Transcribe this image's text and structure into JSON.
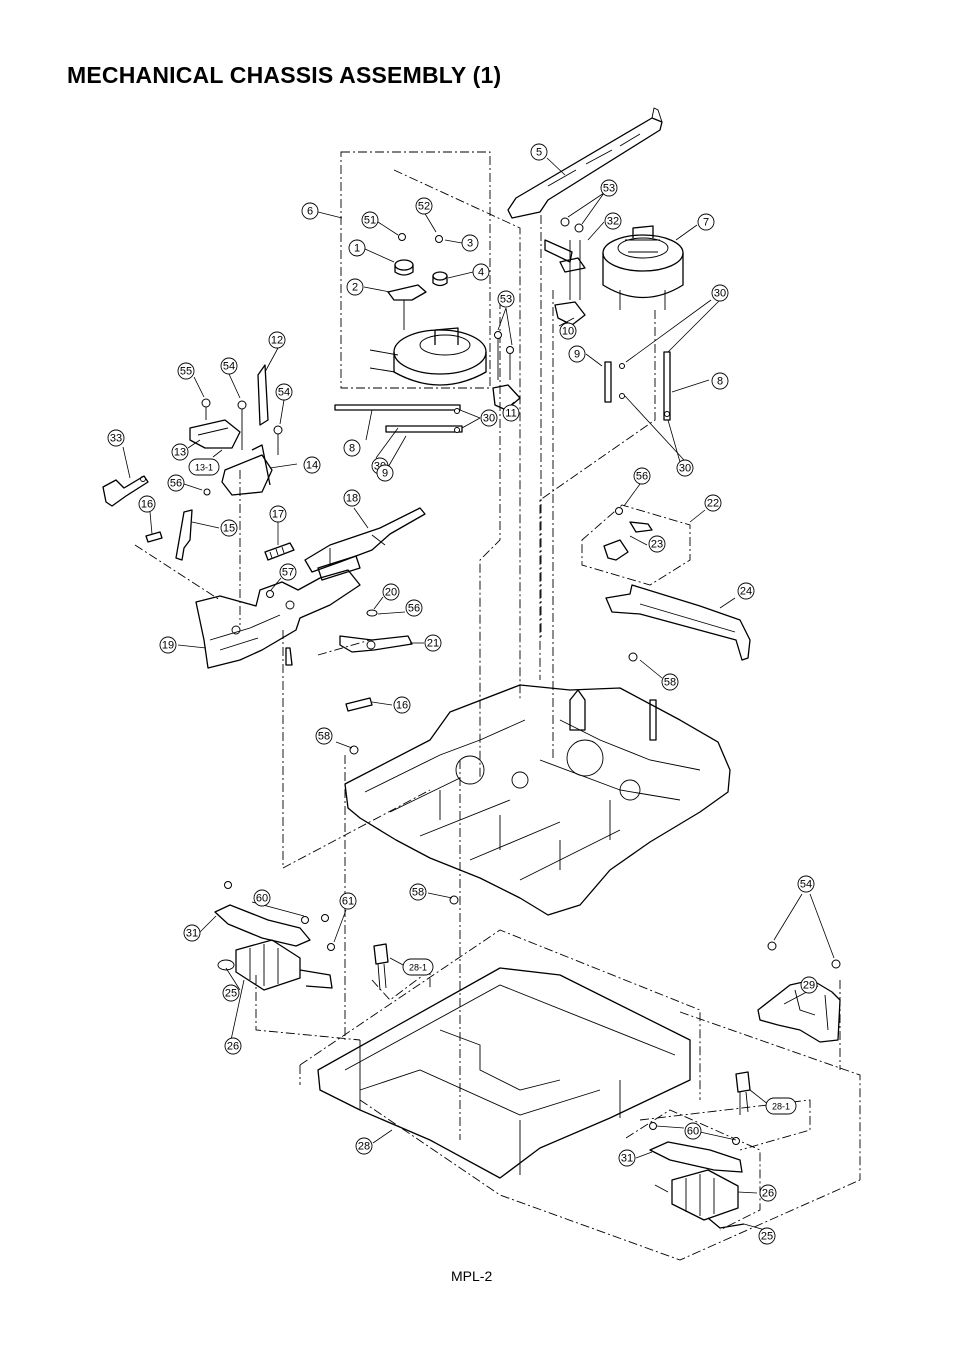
{
  "header": {
    "title": "MECHANICAL CHASSIS ASSEMBLY (1)"
  },
  "footer": {
    "page_label": "MPL-2"
  },
  "callouts": [
    {
      "label": "5"
    },
    {
      "label": "53"
    },
    {
      "label": "32"
    },
    {
      "label": "7"
    },
    {
      "label": "6"
    },
    {
      "label": "51"
    },
    {
      "label": "52"
    },
    {
      "label": "1"
    },
    {
      "label": "3"
    },
    {
      "label": "4"
    },
    {
      "label": "2"
    },
    {
      "label": "53"
    },
    {
      "label": "10"
    },
    {
      "label": "30"
    },
    {
      "label": "9"
    },
    {
      "label": "8"
    },
    {
      "label": "12"
    },
    {
      "label": "55"
    },
    {
      "label": "54"
    },
    {
      "label": "54"
    },
    {
      "label": "33"
    },
    {
      "label": "13"
    },
    {
      "label": "13-1"
    },
    {
      "label": "14"
    },
    {
      "label": "8"
    },
    {
      "label": "30"
    },
    {
      "label": "30"
    },
    {
      "label": "9"
    },
    {
      "label": "11"
    },
    {
      "label": "30"
    },
    {
      "label": "56"
    },
    {
      "label": "16"
    },
    {
      "label": "15"
    },
    {
      "label": "17"
    },
    {
      "label": "18"
    },
    {
      "label": "56"
    },
    {
      "label": "22"
    },
    {
      "label": "23"
    },
    {
      "label": "57"
    },
    {
      "label": "20"
    },
    {
      "label": "56"
    },
    {
      "label": "24"
    },
    {
      "label": "19"
    },
    {
      "label": "21"
    },
    {
      "label": "58"
    },
    {
      "label": "16"
    },
    {
      "label": "58"
    },
    {
      "label": "54"
    },
    {
      "label": "60"
    },
    {
      "label": "58"
    },
    {
      "label": "61"
    },
    {
      "label": "31"
    },
    {
      "label": "28-1"
    },
    {
      "label": "29"
    },
    {
      "label": "25"
    },
    {
      "label": "26"
    },
    {
      "label": "28-1"
    },
    {
      "label": "60"
    },
    {
      "label": "31"
    },
    {
      "label": "28"
    },
    {
      "label": "26"
    },
    {
      "label": "25"
    }
  ]
}
